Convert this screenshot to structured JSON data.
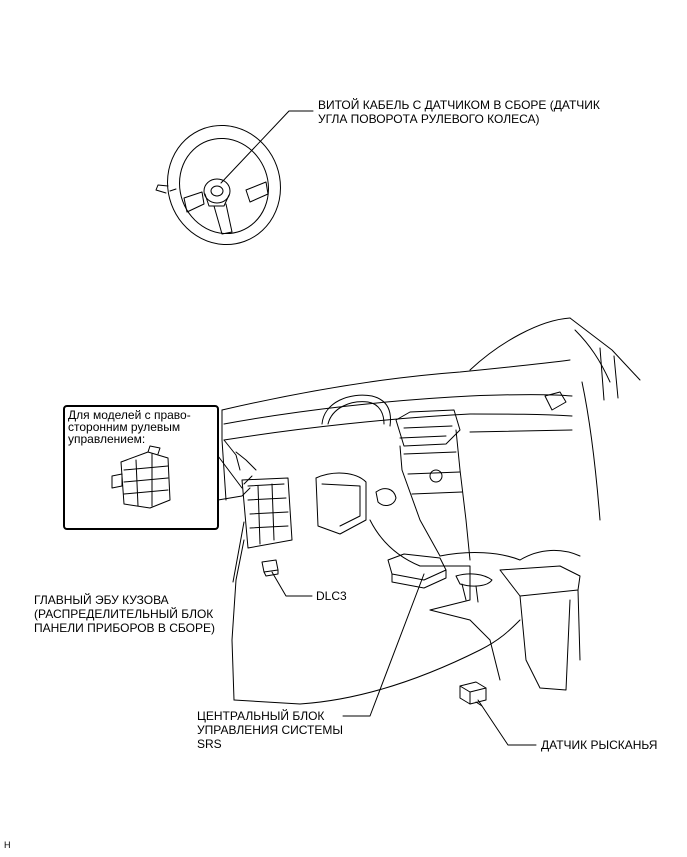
{
  "labels": {
    "spiral_cable": {
      "line1": "ВИТОЙ КАБЕЛЬ С ДАТЧИКОМ В СБОРЕ (ДАТЧИК",
      "line2": "УГЛА ПОВОРОТА РУЛЕВОГО КОЛЕСА)"
    },
    "rhd_inset": {
      "line1": "Для моделей с право-",
      "line2": "сторонним рулевым",
      "line3": "управлением:"
    },
    "main_body_ecu": {
      "line1": "ГЛАВНЫЙ ЭБУ КУЗОВА",
      "line2": "(РАСПРЕДЕЛИТЕЛЬНЫЙ БЛОК",
      "line3": "ПАНЕЛИ ПРИБОРОВ В СБОРЕ)"
    },
    "dlc3": "DLC3",
    "srs_center": {
      "line1": "ЦЕНТРАЛЬНЫЙ БЛОК",
      "line2": "УПРАВЛЕНИЯ СИСТЕМЫ",
      "line3": "SRS"
    },
    "yaw_sensor": "ДАТЧИК РЫСКАНЬЯ",
    "corner_mark": "H"
  }
}
